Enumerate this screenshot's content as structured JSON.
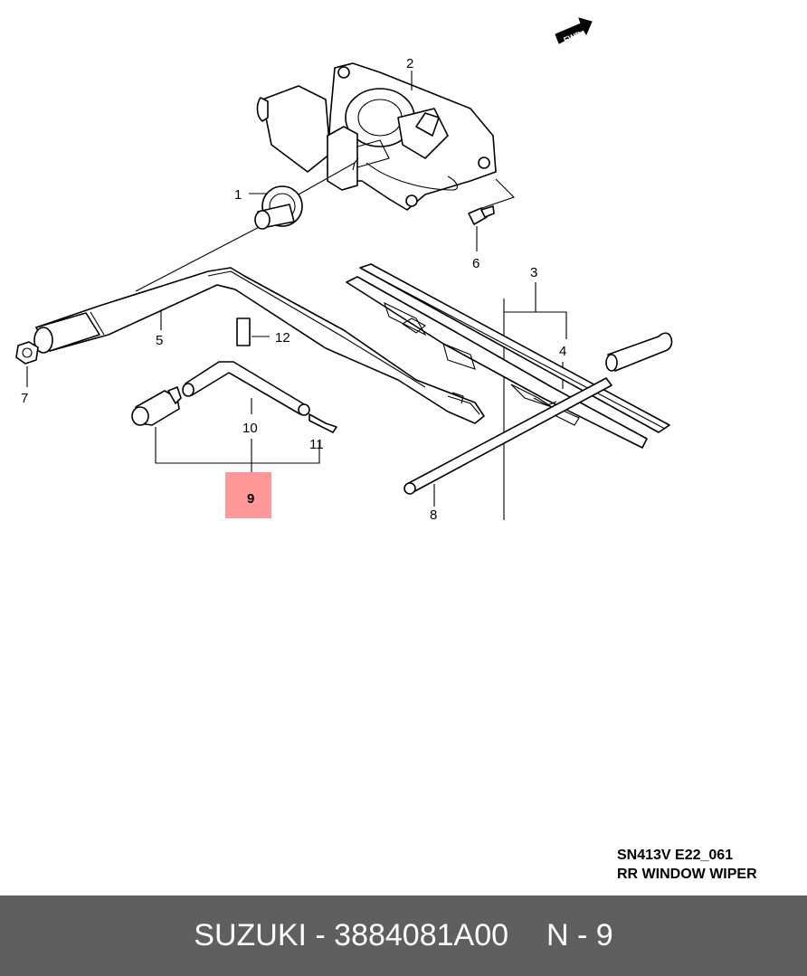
{
  "diagram": {
    "fwd_label": "FWD",
    "callouts": [
      {
        "id": "1",
        "label": "1"
      },
      {
        "id": "2",
        "label": "2"
      },
      {
        "id": "3",
        "label": "3"
      },
      {
        "id": "4",
        "label": "4"
      },
      {
        "id": "5",
        "label": "5"
      },
      {
        "id": "6",
        "label": "6"
      },
      {
        "id": "7",
        "label": "7"
      },
      {
        "id": "8",
        "label": "8"
      },
      {
        "id": "9",
        "label": "9",
        "highlighted": true
      },
      {
        "id": "10",
        "label": "10"
      },
      {
        "id": "11",
        "label": "11"
      },
      {
        "id": "12",
        "label": "12"
      }
    ],
    "highlight_color": "#ff9999",
    "caption": {
      "code": "SN413V E22_061",
      "title": "RR WINDOW WIPER"
    }
  },
  "footer": {
    "brand_part": "SUZUKI - 3884081A00",
    "position": "N - 9",
    "background": "#5f5f5f"
  }
}
